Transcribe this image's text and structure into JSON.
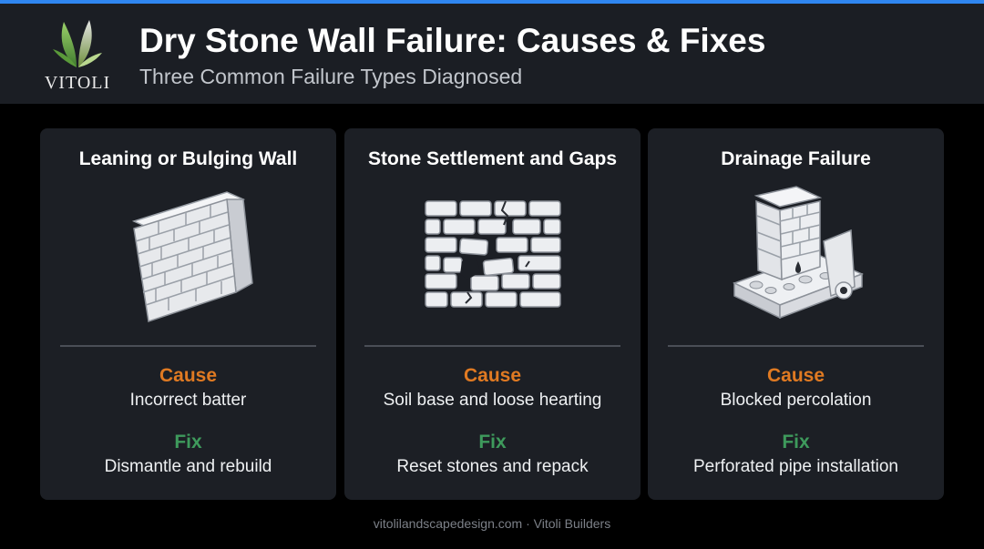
{
  "header": {
    "logo_text": "VITOLI",
    "title": "Dry Stone Wall Failure: Causes & Fixes",
    "subtitle": "Three Common Failure Types Diagnosed"
  },
  "colors": {
    "accent_bar": "#2f86f0",
    "cause": "#e07a22",
    "fix": "#3e9a5c",
    "card_bg": "#1c1f25",
    "header_bg": "#1b1e24"
  },
  "cards": [
    {
      "title": "Leaning or Bulging Wall",
      "icon": "leaning-wall-icon",
      "cause_label": "Cause",
      "cause": "Incorrect batter",
      "fix_label": "Fix",
      "fix": "Dismantle and rebuild"
    },
    {
      "title": "Stone Settlement and Gaps",
      "icon": "cracked-wall-icon",
      "cause_label": "Cause",
      "cause": "Soil base and loose hearting",
      "fix_label": "Fix",
      "fix": "Reset stones and repack"
    },
    {
      "title": "Drainage Failure",
      "icon": "drainage-wall-icon",
      "cause_label": "Cause",
      "cause": "Blocked percolation",
      "fix_label": "Fix",
      "fix": "Perforated pipe installation"
    }
  ],
  "footer": {
    "text": "vitolilandscapedesign.com · Vitoli Builders"
  }
}
